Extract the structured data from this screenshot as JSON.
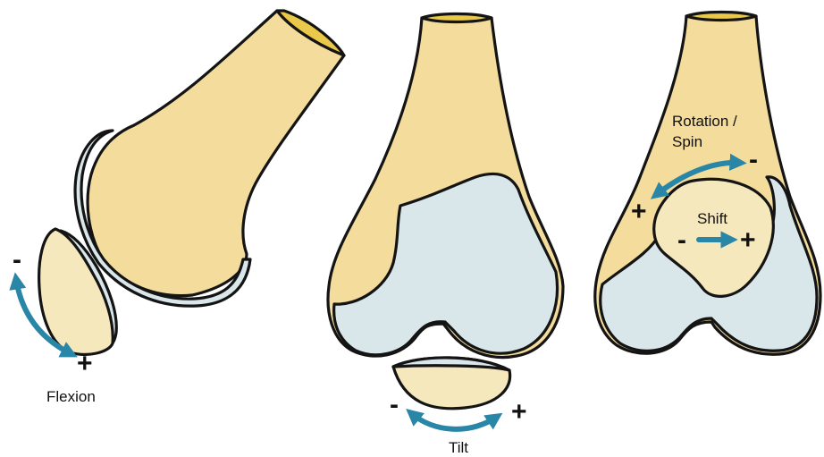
{
  "colors": {
    "bone": "#f3dc9c",
    "cartilage": "#d9e7ea",
    "patella": "#f5e8bd",
    "canal": "#e9c84a",
    "outline": "#141414",
    "arrow": "#2a86a6"
  },
  "panels": {
    "lateral": {
      "motion_label": "Flexion",
      "minus_sign": "-",
      "plus_sign": "+"
    },
    "frontal": {
      "motion_label": "Tilt",
      "minus_sign": "-",
      "plus_sign": "+"
    },
    "axial": {
      "rotation_label_line1": "Rotation /",
      "rotation_label_line2": "Spin",
      "rotation_minus_sign": "-",
      "rotation_plus_sign": "+",
      "shift_label": "Shift",
      "shift_minus_sign": "-",
      "shift_plus_sign": "+"
    }
  }
}
